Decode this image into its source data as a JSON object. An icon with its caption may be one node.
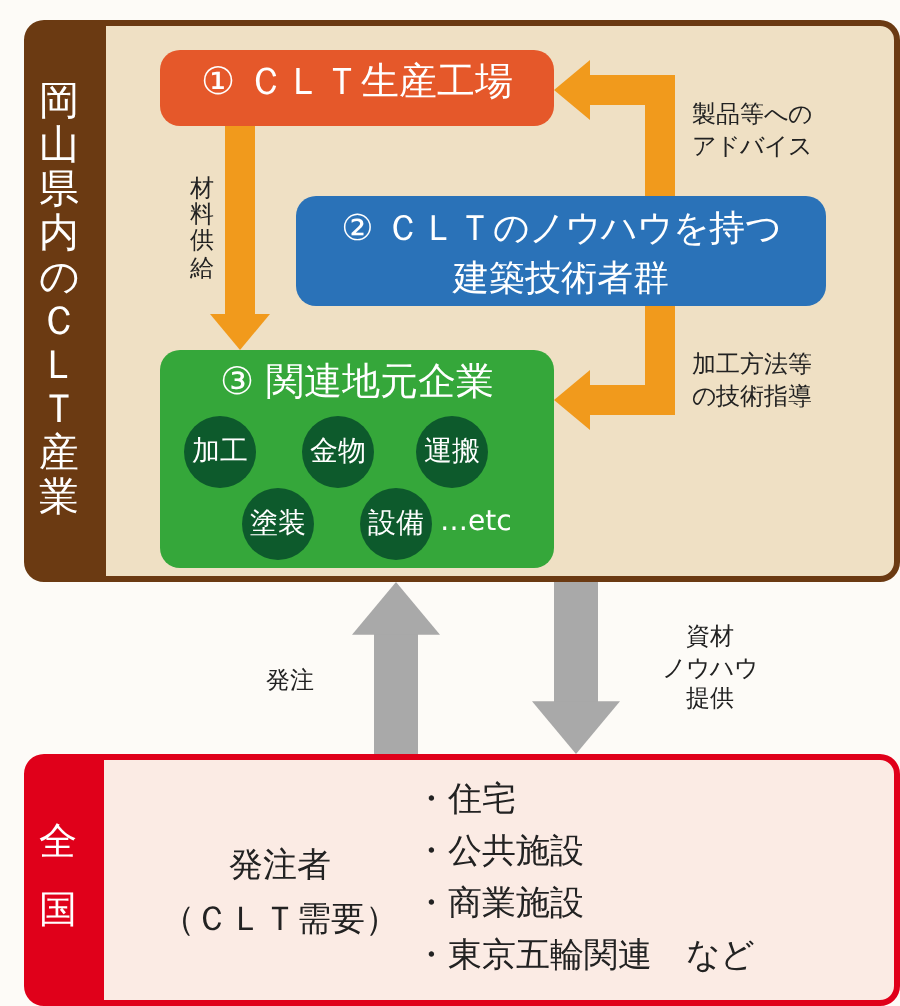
{
  "diagram": {
    "nodes": [
      {
        "text": [
          "岡山県内のＣＬＴ産業"
        ]
      },
      {
        "text": [
          "① ＣＬＴ生産工場"
        ],
        "in": 0
      },
      {
        "text": [
          "② ＣＬＴのノウハウを持つ建築技術者群"
        ],
        "in": 0
      },
      {
        "text": [
          "③ 関連地元企業",
          "…etc"
        ],
        "in": 0
      },
      {
        "text": [
          "加工"
        ],
        "in": 3
      },
      {
        "text": [
          "金物"
        ],
        "in": 3
      },
      {
        "text": [
          "運搬"
        ],
        "in": 3
      },
      {
        "text": [
          "塗装"
        ],
        "in": 3
      },
      {
        "text": [
          "設備"
        ],
        "in": 3
      },
      {
        "text": [
          "全国",
          "発注者（ＣＬＴ需要）",
          "・住宅",
          "・公共施設",
          "・商業施設",
          "・東京五輪関連　など"
        ]
      }
    ],
    "edges": [
      {
        "from": 1,
        "to": 3,
        "arrow": "to",
        "label": "材料供給"
      },
      {
        "from": 2,
        "to": 1,
        "arrow": "to",
        "label": "製品等へのアドバイス"
      },
      {
        "from": 2,
        "to": 3,
        "arrow": "to",
        "label": "加工方法等の技術指導"
      },
      {
        "from": 9,
        "to": 0,
        "arrow": "to",
        "label": "発注",
        "color": "#a9a9a9"
      },
      {
        "from": 0,
        "to": 9,
        "arrow": "to",
        "label": "資材ノウハウ提供",
        "color": "#a9a9a9"
      }
    ]
  }
}
